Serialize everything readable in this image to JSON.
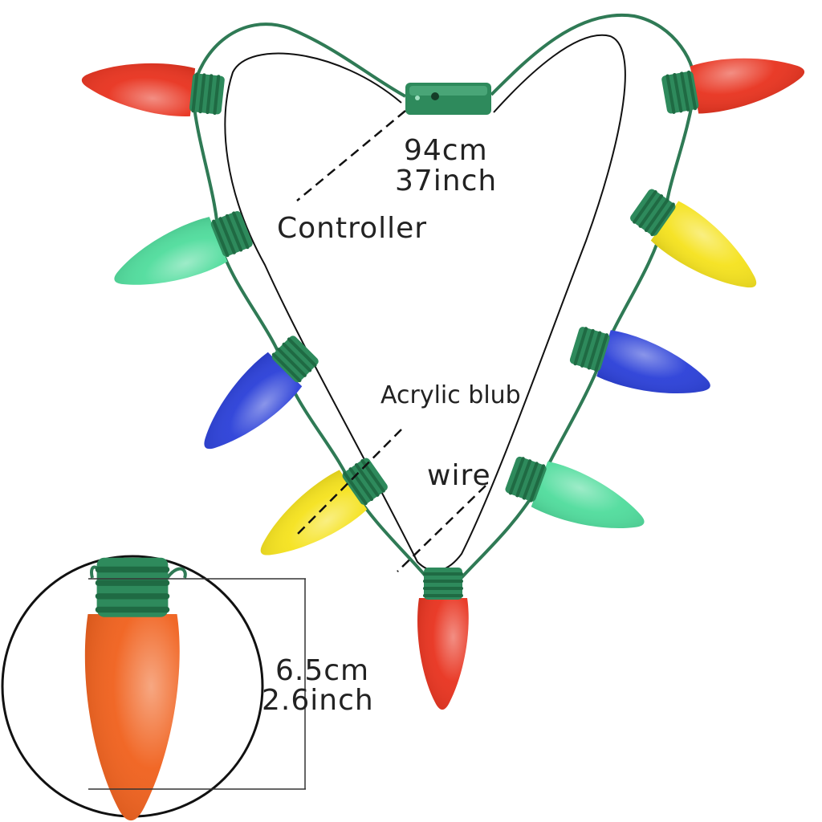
{
  "labels": {
    "length_cm": "94cm",
    "length_inch": "37inch",
    "controller": "Controller",
    "acrylic_bulb": "Acrylic blub",
    "wire": "wire",
    "bulb_cm": "6.5cm",
    "bulb_inch": "2.6inch"
  },
  "colors": {
    "wire": "#2f7a55",
    "socket": "#2e8a5c",
    "red": "#e8321e",
    "green": "#4fdc9c",
    "blue": "#2a3fd8",
    "yellow": "#f5e21c",
    "inset_orange": "#f0601c"
  }
}
